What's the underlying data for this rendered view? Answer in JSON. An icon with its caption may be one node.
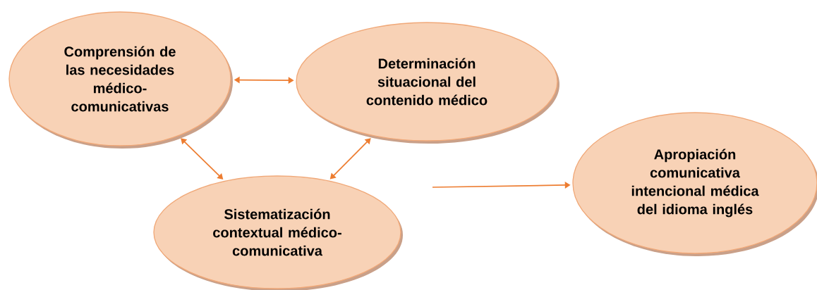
{
  "diagram": {
    "nodes": [
      {
        "text": [
          "Comprensión de las necesidades médico-comunicativas"
        ]
      },
      {
        "text": [
          "Determinación situacional del contenido médico"
        ]
      },
      {
        "text": [
          "Sistematización contextual médico-comunicativa"
        ]
      },
      {
        "text": [
          "Apropiación comunicativa intencional médica del idioma inglés"
        ]
      }
    ],
    "edges": [
      {
        "from": 0,
        "to": 1,
        "arrow": "both"
      },
      {
        "from": 0,
        "to": 2,
        "arrow": "both"
      },
      {
        "from": 1,
        "to": 2,
        "arrow": "both"
      },
      {
        "from": null,
        "to": 3,
        "arrow": "to"
      }
    ]
  }
}
